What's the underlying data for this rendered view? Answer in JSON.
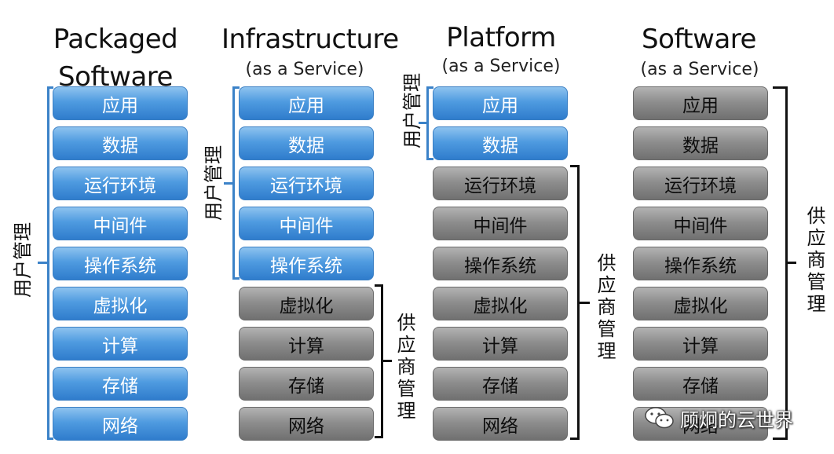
{
  "columns": [
    {
      "title_line1": "Packaged",
      "title_line2": "Software",
      "subtitle": ""
    },
    {
      "title_line1": "Infrastructure",
      "title_line2": "",
      "subtitle": "(as a Service)"
    },
    {
      "title_line1": "Platform",
      "title_line2": "",
      "subtitle": "(as a Service)"
    },
    {
      "title_line1": "Software",
      "title_line2": "",
      "subtitle": "(as a Service)"
    }
  ],
  "layers": [
    "应用",
    "数据",
    "运行环境",
    "中间件",
    "操作系统",
    "虚拟化",
    "计算",
    "存储",
    "网络"
  ],
  "labels": {
    "user_managed": "用户管理",
    "vendor_managed": "供应商管理"
  },
  "colors": {
    "user_blue": "#4f9be0",
    "vendor_gray": "#8e8e8e"
  },
  "watermark": {
    "text": "顾炯的云世界",
    "icon": "wechat-icon"
  }
}
